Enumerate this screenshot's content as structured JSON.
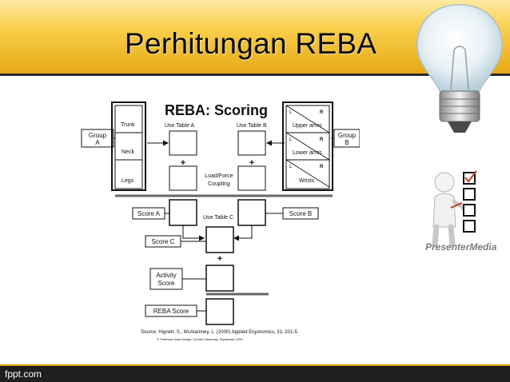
{
  "slide": {
    "title": "Perhitungan REBA",
    "footer": "fppt.com",
    "brand": "PresenterMedia"
  },
  "diagram": {
    "heading": "REBA: Scoring",
    "group_a": [
      "Group",
      "A"
    ],
    "group_b": [
      "Group",
      "B"
    ],
    "a_rows": [
      "Trunk",
      "Neck",
      "Legs"
    ],
    "b_rows": [
      "Upper arms",
      "Lower arms",
      "Wrists"
    ],
    "b_corner_left": "L",
    "b_corner_right": "R",
    "use_table_a": "Use Table A",
    "use_table_b": "Use Table B",
    "use_table_c": "Use Table C",
    "load_force": [
      "Load/Force",
      "Coupling"
    ],
    "plus": "+",
    "score_a": "Score A",
    "score_b": "Score B",
    "score_c": "Score C",
    "activity_score": [
      "Activity",
      "Score"
    ],
    "reba_score": "REBA Score",
    "source": "Source: Hignett, S., McAtamney, L. (2000) Applied Ergonomics, 31, 201-5.",
    "copyright": "© Professor Alan Hedge, Cornell University, September 2001"
  }
}
